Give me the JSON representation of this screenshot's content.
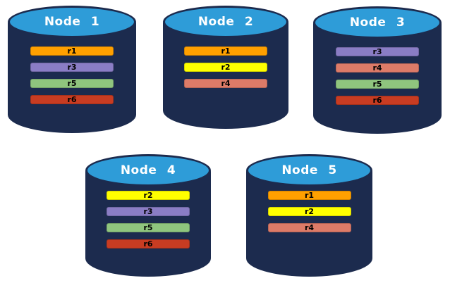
{
  "diagram": {
    "description": "Five database nodes holding colored replica bars"
  },
  "colors": {
    "background": "#FFFFFF",
    "cylinder_body": "#1C2B4E",
    "cylinder_top": "#2E9CD8",
    "title_text": "#FFFFFF",
    "bar_text": "#000000",
    "replica_colors": {
      "r1": "#FFA000",
      "r2": "#FFFF00",
      "r3": "#8A7DC5",
      "r4": "#DD7B68",
      "r5": "#8FC57E",
      "r6": "#C83C22"
    }
  },
  "nodes": [
    {
      "title": "Node 1",
      "replicas": [
        "r1",
        "r3",
        "r5",
        "r6"
      ]
    },
    {
      "title": "Node 2",
      "replicas": [
        "r1",
        "r2",
        "r4"
      ]
    },
    {
      "title": "Node 3",
      "replicas": [
        "r3",
        "r4",
        "r5",
        "r6"
      ]
    },
    {
      "title": "Node 4",
      "replicas": [
        "r2",
        "r3",
        "r5",
        "r6"
      ]
    },
    {
      "title": "Node 5",
      "replicas": [
        "r1",
        "r2",
        "r4"
      ]
    }
  ]
}
